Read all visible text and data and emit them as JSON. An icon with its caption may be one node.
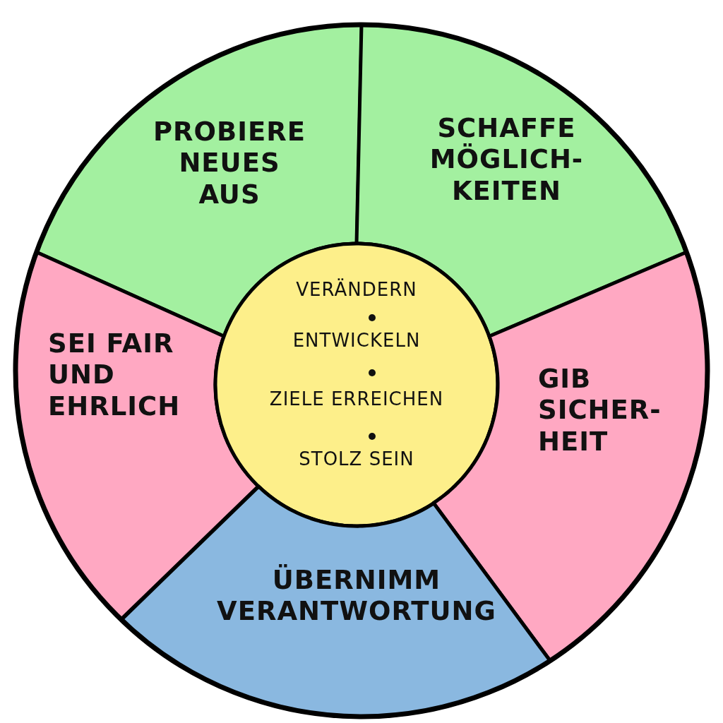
{
  "diagram": {
    "nodes": [
      {
        "text": [
          "PROBIERE NEUES AUS"
        ]
      },
      {
        "text": [
          "SCHAFFE MÖGLICH- KEITEN"
        ]
      },
      {
        "text": [
          "SEI FAIR UND EHRLICH"
        ]
      },
      {
        "text": [
          "VERÄNDERN",
          "ENTWICKELN",
          "ZIELE ERREICHEN",
          "STOLZ SEIN"
        ]
      },
      {
        "text": [
          "GIB SICHER- HEIT"
        ]
      },
      {
        "text": [
          "ÜBERNIMM VERANTWORTUNG"
        ]
      }
    ],
    "edges": []
  }
}
